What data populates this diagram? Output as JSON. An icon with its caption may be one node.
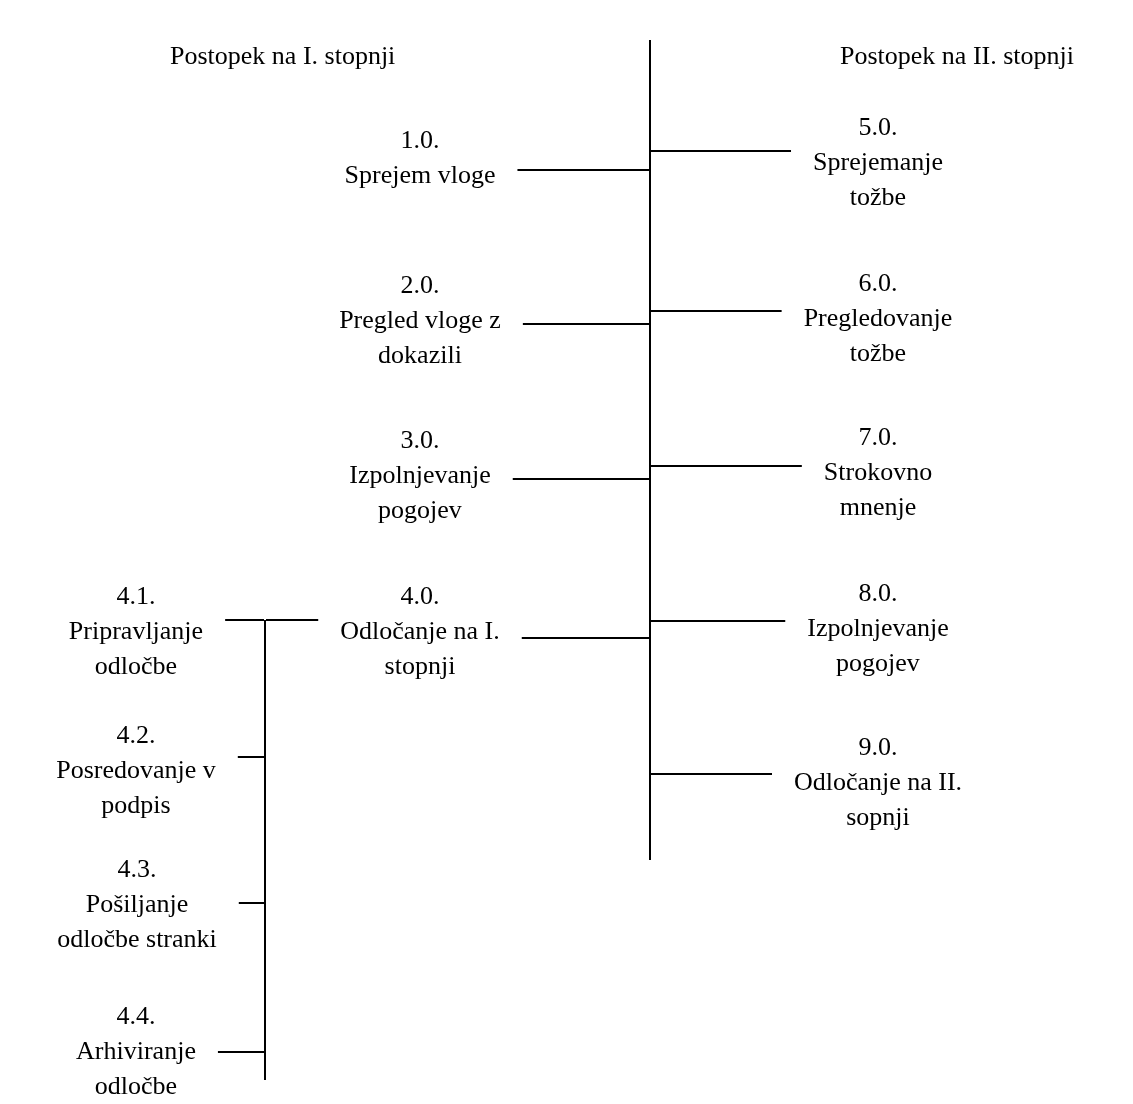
{
  "diagram": {
    "nodes": [
      {
        "text": [],
        "shape": "bar"
      },
      {
        "text": [
          "1.0.",
          "Sprejem vloge"
        ]
      },
      {
        "text": [
          "2.0.",
          "Pregled vloge z dokazili"
        ]
      },
      {
        "text": [
          "3.0.",
          "Izpolnjevanje pogojev"
        ]
      },
      {
        "text": [
          "4.0.",
          "Odločanje na I. stopnji"
        ]
      },
      {
        "text": [],
        "shape": "bar"
      },
      {
        "text": [
          "4.1.",
          "Pripravljanje odločbe"
        ]
      },
      {
        "text": [
          "4.2.",
          "Posredovanje v podpis"
        ]
      },
      {
        "text": [
          "4.3.",
          "Pošiljanje odločbe stranki"
        ]
      },
      {
        "text": [
          "4.4.",
          "Arhiviranje odločbe"
        ]
      },
      {
        "text": [
          "5.0.",
          "Sprejemanje tožbe"
        ]
      },
      {
        "text": [
          "6.0.",
          "Pregledovanje tožbe"
        ]
      },
      {
        "text": [
          "7.0.",
          "Strokovno mnenje"
        ]
      },
      {
        "text": [
          "8.0.",
          "Izpolnjevanje pogojev"
        ]
      },
      {
        "text": [
          "9.0.",
          "Odločanje na II. sopnji"
        ]
      }
    ],
    "edges": [
      {
        "from": 1,
        "to": 0,
        "arrow": "none"
      },
      {
        "from": 2,
        "to": 0,
        "arrow": "none"
      },
      {
        "from": 3,
        "to": 0,
        "arrow": "none"
      },
      {
        "from": 4,
        "to": 0,
        "arrow": "none"
      },
      {
        "from": 4,
        "to": 5,
        "arrow": "none"
      },
      {
        "from": 6,
        "to": 5,
        "arrow": "none"
      },
      {
        "from": 7,
        "to": 5,
        "arrow": "none"
      },
      {
        "from": 8,
        "to": 5,
        "arrow": "none"
      },
      {
        "from": 9,
        "to": 5,
        "arrow": "none"
      },
      {
        "from": 0,
        "to": 10,
        "arrow": "none"
      },
      {
        "from": 0,
        "to": 11,
        "arrow": "none"
      },
      {
        "from": 0,
        "to": 12,
        "arrow": "none"
      },
      {
        "from": 0,
        "to": 13,
        "arrow": "none"
      },
      {
        "from": 0,
        "to": 14,
        "arrow": "none"
      }
    ],
    "labels": [
      "Postopek na I. stopnji",
      "Postopek na II. stopnji"
    ]
  }
}
